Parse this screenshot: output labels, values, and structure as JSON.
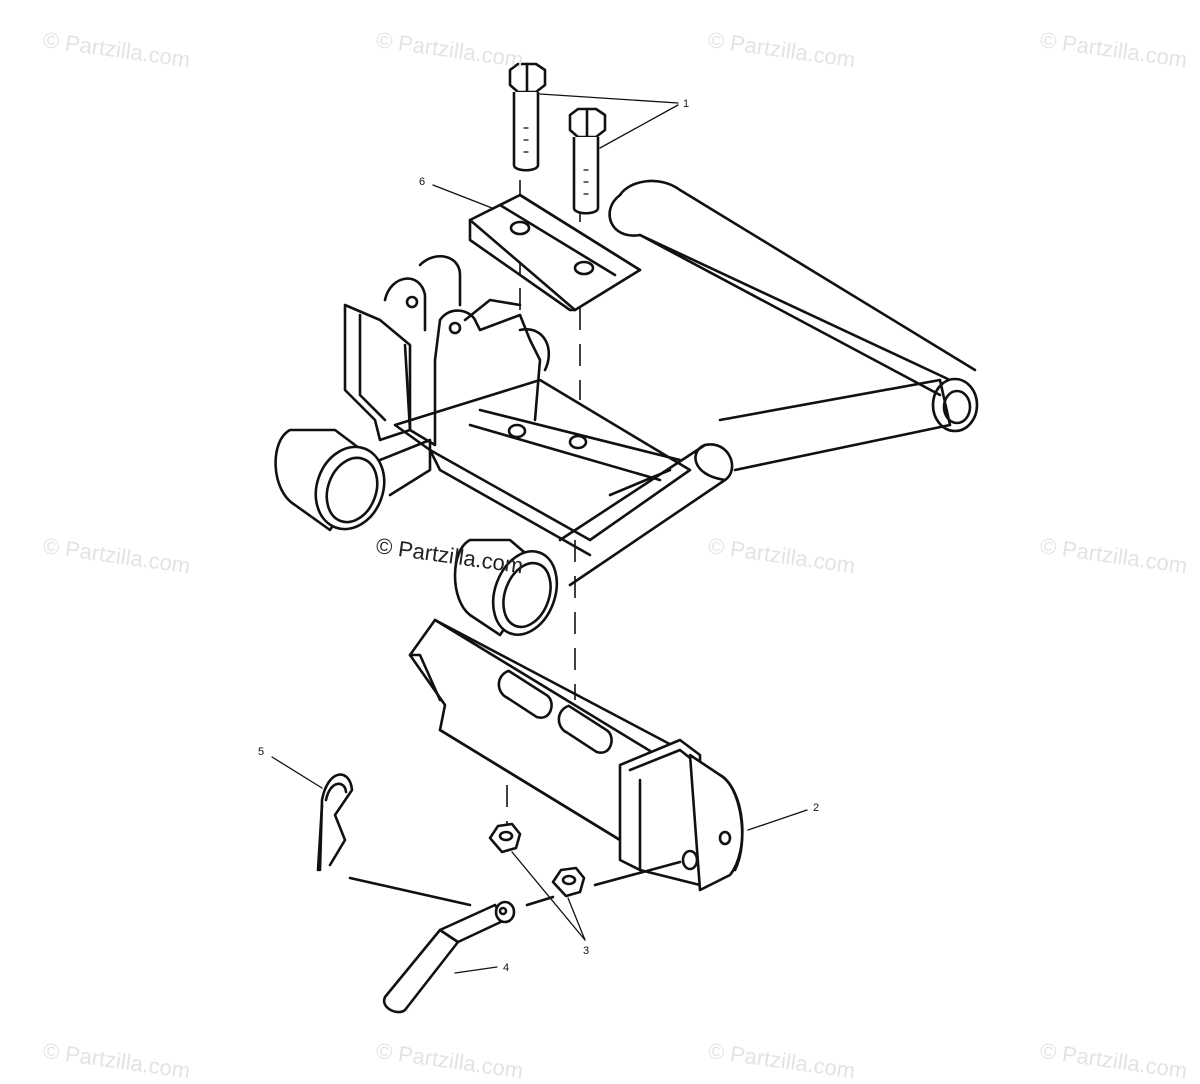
{
  "watermark_text": "© Partzilla.com",
  "callouts": {
    "c1": "1",
    "c2": "2",
    "c3": "3",
    "c4": "4",
    "c5": "5",
    "c6": "6"
  },
  "colors": {
    "ink": "#111111",
    "watermark": "#e3e3e3",
    "background": "#ffffff"
  }
}
